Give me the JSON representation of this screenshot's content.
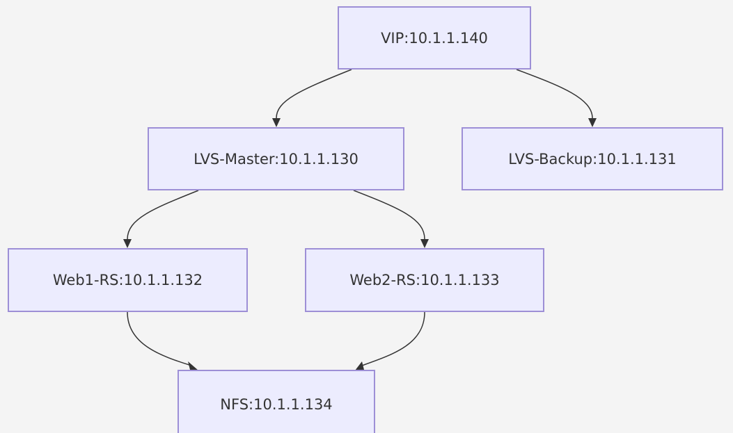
{
  "diagram": {
    "nodes": {
      "vip": "VIP:10.1.1.140",
      "master": "LVS-Master:10.1.1.130",
      "backup": "LVS-Backup:10.1.1.131",
      "web1": "Web1-RS:10.1.1.132",
      "web2": "Web2-RS:10.1.1.133",
      "nfs": "NFS:10.1.1.134"
    },
    "edges": [
      {
        "from": "vip",
        "to": "master"
      },
      {
        "from": "vip",
        "to": "backup"
      },
      {
        "from": "master",
        "to": "web1"
      },
      {
        "from": "master",
        "to": "web2"
      },
      {
        "from": "web1",
        "to": "nfs"
      },
      {
        "from": "web2",
        "to": "nfs"
      }
    ],
    "colors": {
      "background": "#f4f4f4",
      "node_fill": "#ececfe",
      "node_border": "#9d8fd6",
      "edge": "#333333",
      "text": "#333333"
    }
  }
}
